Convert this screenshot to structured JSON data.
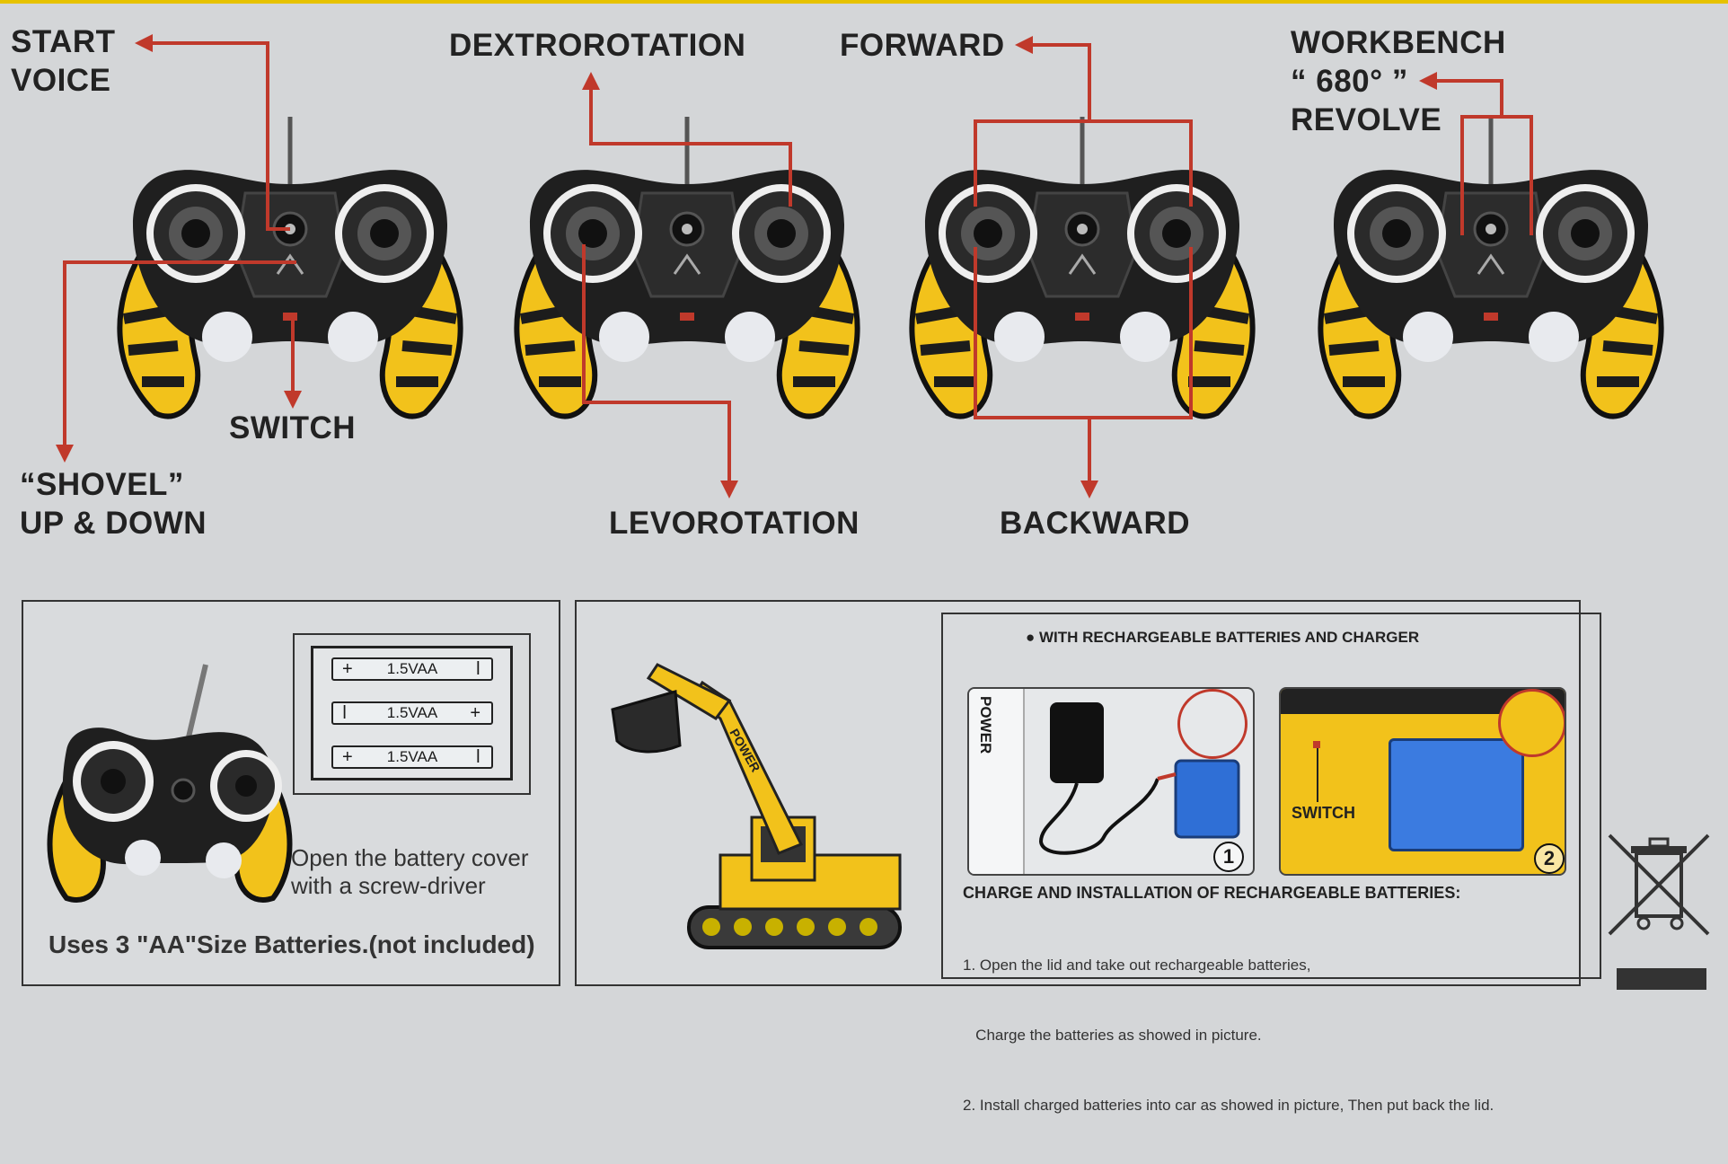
{
  "controls": {
    "start_voice": [
      "START",
      "VOICE"
    ],
    "switch": "SWITCH",
    "shovel": [
      "“SHOVEL”",
      "UP & DOWN"
    ],
    "dextrorotation": "DEXTROROTATION",
    "levorotation": "LEVOROTATION",
    "forward": "FORWARD",
    "backward": "BACKWARD",
    "workbench": [
      "WORKBENCH",
      "“ 680° ”",
      "REVOLVE"
    ]
  },
  "battery_panel": {
    "cells": [
      "1.5VAA",
      "1.5VAA",
      "1.5VAA"
    ],
    "cover_note": [
      "Open the battery cover",
      "with a screw-driver"
    ],
    "requirement": "Uses 3 \"AA\"Size Batteries.(not included)"
  },
  "charge_panel": {
    "heading": "WITH RECHARGEABLE BATTERIES AND CHARGER",
    "power_label": "POWER",
    "switch_label": "SWITCH",
    "step_numbers": [
      "1",
      "2"
    ],
    "instructions_title": "CHARGE AND INSTALLATION OF RECHARGEABLE BATTERIES:",
    "instructions": [
      "1. Open the lid and take out rechargeable batteries,",
      "   Charge the batteries as showed in picture.",
      "2. Install charged batteries into car as showed in picture, Then put back the lid."
    ]
  },
  "excavator_brand": "POWER",
  "colors": {
    "arrow_red": "#c0392b",
    "pad_yellow": "#f2c21b",
    "pad_black": "#1c1c1c",
    "background": "#d4d6d8"
  },
  "icons": [
    "gamepad-controller-icon",
    "excavator-image",
    "charger-adapter-icon",
    "battery-pack-icon",
    "crossed-bin-weee-icon"
  ]
}
